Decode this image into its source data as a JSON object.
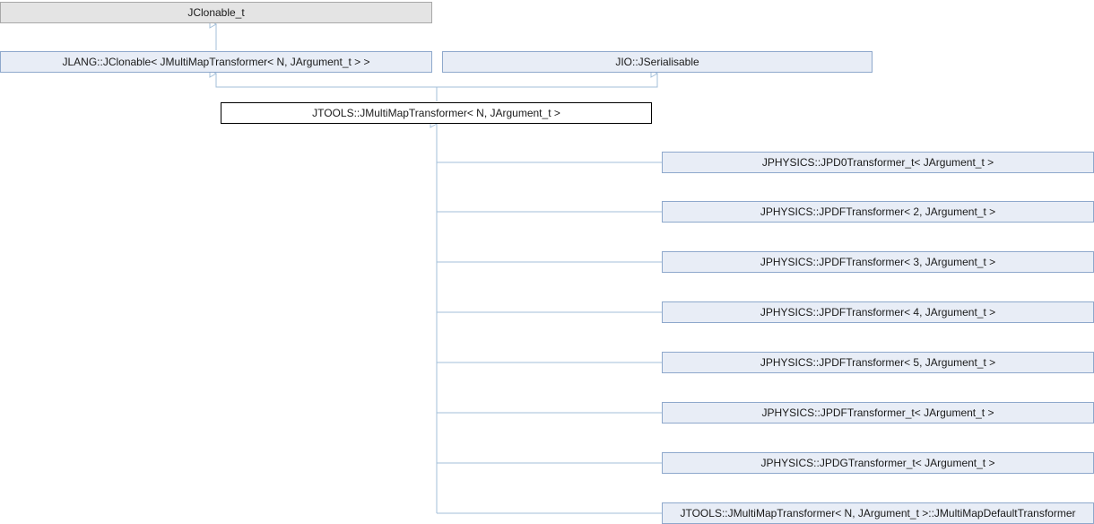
{
  "diagram": {
    "nodes": {
      "jclonable_t": "JClonable_t",
      "jlang_jclonable": "JLANG::JClonable< JMultiMapTransformer< N, JArgument_t > >",
      "jio_jserialisable": "JIO::JSerialisable",
      "jtools_jmultimaptransformer": "JTOOLS::JMultiMapTransformer< N, JArgument_t >",
      "children": [
        "JPHYSICS::JPD0Transformer_t< JArgument_t >",
        "JPHYSICS::JPDFTransformer< 2, JArgument_t >",
        "JPHYSICS::JPDFTransformer< 3, JArgument_t >",
        "JPHYSICS::JPDFTransformer< 4, JArgument_t >",
        "JPHYSICS::JPDFTransformer< 5, JArgument_t >",
        "JPHYSICS::JPDFTransformer_t< JArgument_t >",
        "JPHYSICS::JPDGTransformer_t< JArgument_t >",
        "JTOOLS::JMultiMapTransformer< N, JArgument_t >::JMultiMapDefaultTransformer"
      ]
    },
    "colors": {
      "edge": "#a3bfd9",
      "node_fill": "#e8edf6",
      "node_border": "#8ea8cc",
      "current_border": "#000000",
      "grey_fill": "#e4e4e4"
    }
  }
}
